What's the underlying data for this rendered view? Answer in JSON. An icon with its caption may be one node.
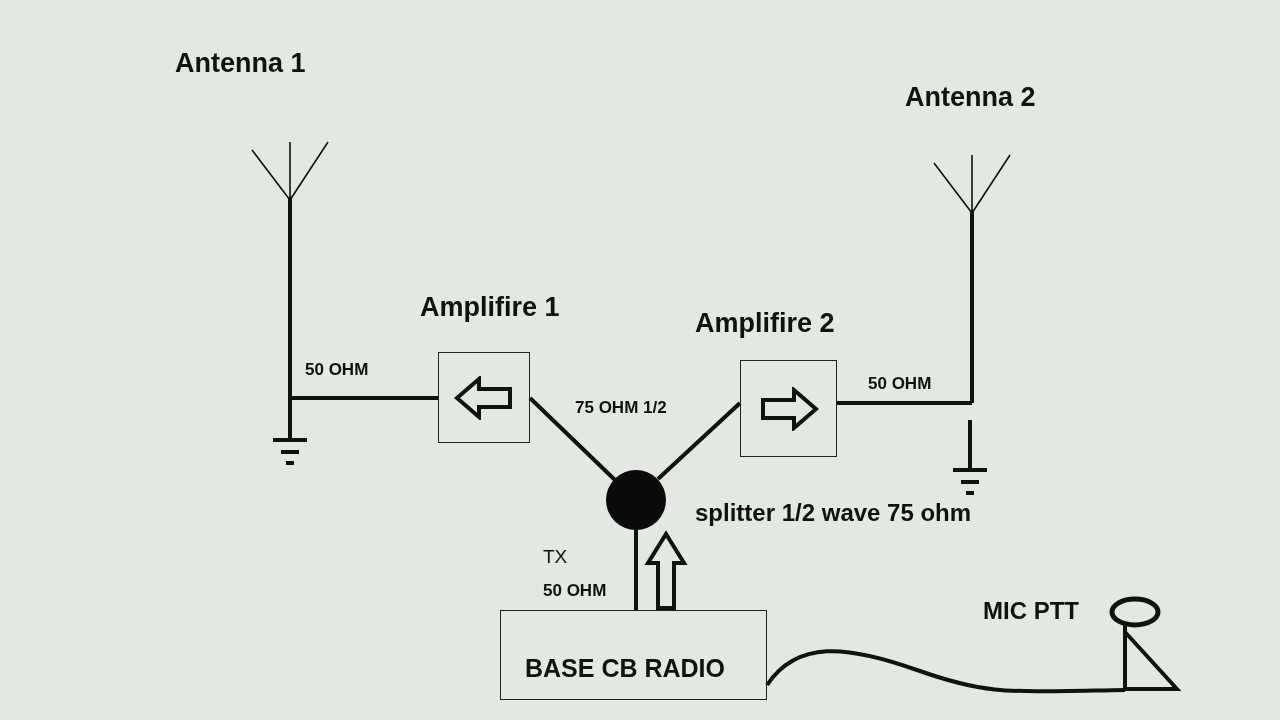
{
  "diagram": {
    "nodes": [
      {
        "text": [
          "Antenna 1"
        ]
      },
      {
        "text": [
          "Antenna 2"
        ]
      },
      {
        "text": [
          "Amplifire 1"
        ]
      },
      {
        "text": [
          "Amplifire 2"
        ]
      },
      {
        "text": [],
        "shape": "circle",
        "beside": [
          "splitter 1/2 wave 75 ohm"
        ]
      },
      {
        "text": [
          "BASE CB RADIO"
        ]
      },
      {
        "text": [
          "MIC PTT"
        ]
      }
    ],
    "edges": [
      {
        "from": 2,
        "to": 0,
        "arrow": "none",
        "label": "50 OHM"
      },
      {
        "from": 4,
        "to": 2,
        "arrow": "none"
      },
      {
        "from": 4,
        "to": 3,
        "arrow": "none"
      },
      {
        "from": 3,
        "to": 1,
        "arrow": "none",
        "label": "50 OHM"
      },
      {
        "from": 5,
        "to": 4,
        "arrow": "none",
        "label": "50 OHM"
      },
      {
        "from": 5,
        "to": 6,
        "arrow": "none"
      },
      {
        "from": 5,
        "to": 4,
        "arrow": "to"
      }
    ],
    "labels": [
      "75 OHM 1/2",
      "TX"
    ]
  }
}
